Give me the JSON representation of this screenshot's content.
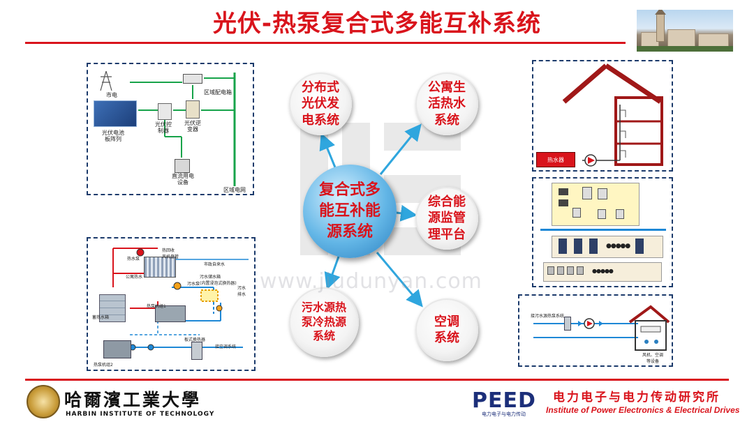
{
  "title": "光伏-热泵复合式多能互补系统",
  "center": "复合式多\n能互补能\n源系统",
  "nodes": {
    "pv": "分布式\n光伏发\n电系统",
    "hotwater": "公寓生\n活热水\n系统",
    "monitor": "综合能\n源监管\n理平台",
    "sewage": "污水源热\n泵冷热源\n系统",
    "ac": "空调\n系统"
  },
  "pv_panel": {
    "grid_label": "市电",
    "array_label": "光伏电池\n板阵列",
    "controller_label": "光伏控\n制器",
    "inverter_label": "光伏逆\n变器",
    "distribution_label": "区域配电箱",
    "dc_load_label": "直流用电\n设备",
    "regional_grid_label": "区域电网"
  },
  "sewage_panel": {
    "heat_recovery": "热回收\n风机盘管",
    "hot_water_pump": "热水泵",
    "apartment_hot_water": "公寓热水",
    "municipal_water": "市政自来水",
    "sewage_pump": "污水泵",
    "sewage_tank": "污水储水箱\n(内置浸泡式换热器)",
    "sewage_discharge": "污水\n排水",
    "storage_tank": "蓄热水箱",
    "heat_pump_1": "热泵机组1",
    "plate_exchanger": "板式换热器",
    "ac_system": "接空调系统",
    "heat_pump_2": "热泵机组2"
  },
  "house_panel": {
    "heater_label": "热水器"
  },
  "ac_panel": {
    "source_label": "接污水源热泵系统",
    "terminal_label": "风机、空调\n等设备"
  },
  "monitor_panel": {
    "dots": "●●●●●"
  },
  "watermark": "www.jiudunyan.com",
  "footer": {
    "univ_cn": "哈爾濱工業大學",
    "univ_en": "HARBIN INSTITUTE OF TECHNOLOGY",
    "peed": "PEED",
    "peed_sub": "电力电子与电力传动",
    "inst_cn": "电力电子与电力传动研究所",
    "inst_en": "Institute of Power Electronics & Electrical Drives"
  },
  "colors": {
    "accent_red": "#d9141c",
    "arrow_blue": "#2fa6de",
    "panel_border": "#1b3a6b",
    "line_green": "#17a34a"
  }
}
